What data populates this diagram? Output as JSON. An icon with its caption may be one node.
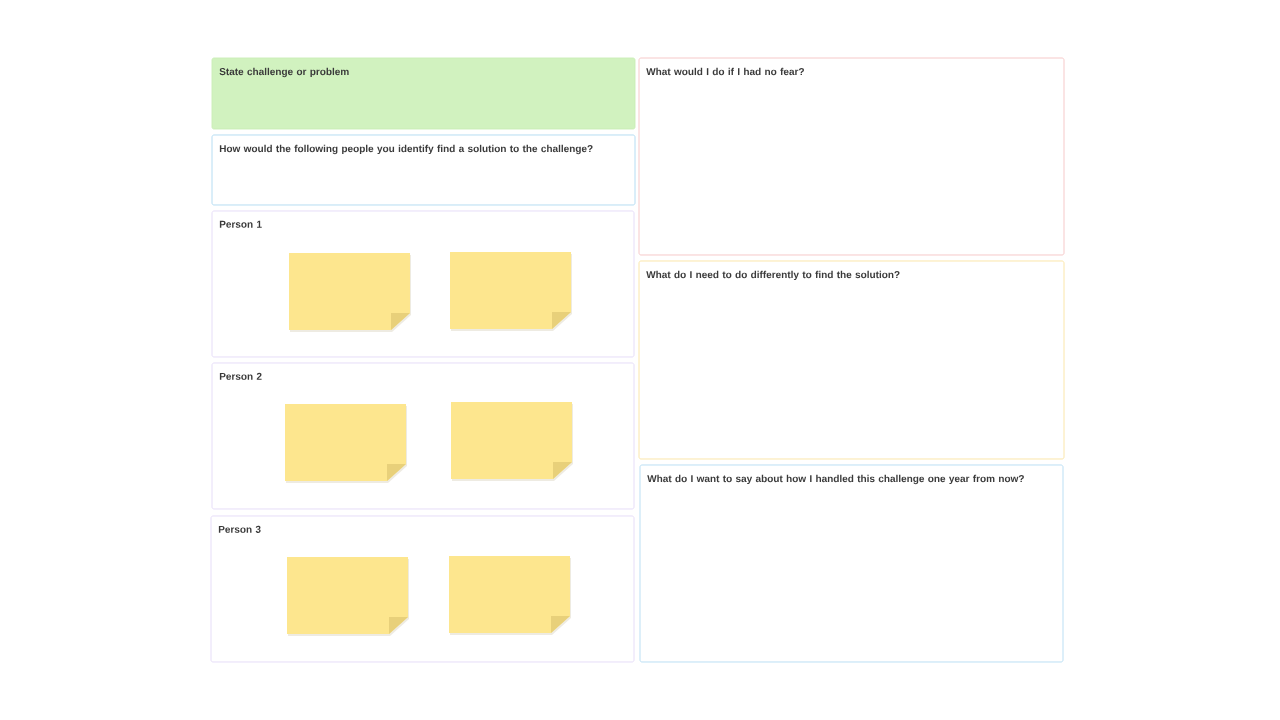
{
  "diagram": {
    "nodes": [
      {
        "text": [
          "State challenge or problem"
        ]
      },
      {
        "text": [
          "How would the following people you identify find a solution to the challenge?"
        ]
      },
      {
        "text": [
          "Person 1"
        ]
      },
      {
        "text": [],
        "shape": "box",
        "in": 2
      },
      {
        "text": [],
        "shape": "box",
        "in": 2
      },
      {
        "text": [
          "Person 2"
        ]
      },
      {
        "text": [],
        "shape": "box",
        "in": 5
      },
      {
        "text": [],
        "shape": "box",
        "in": 5
      },
      {
        "text": [
          "Person 3"
        ]
      },
      {
        "text": [],
        "shape": "box",
        "in": 8
      },
      {
        "text": [],
        "shape": "box",
        "in": 8
      },
      {
        "text": [
          "What would I do if I had no fear?"
        ]
      },
      {
        "text": [
          "What do I need to do differently to find the solution?"
        ]
      },
      {
        "text": [
          "What do I want to say about how I handled this challenge one year from now?"
        ]
      }
    ]
  }
}
